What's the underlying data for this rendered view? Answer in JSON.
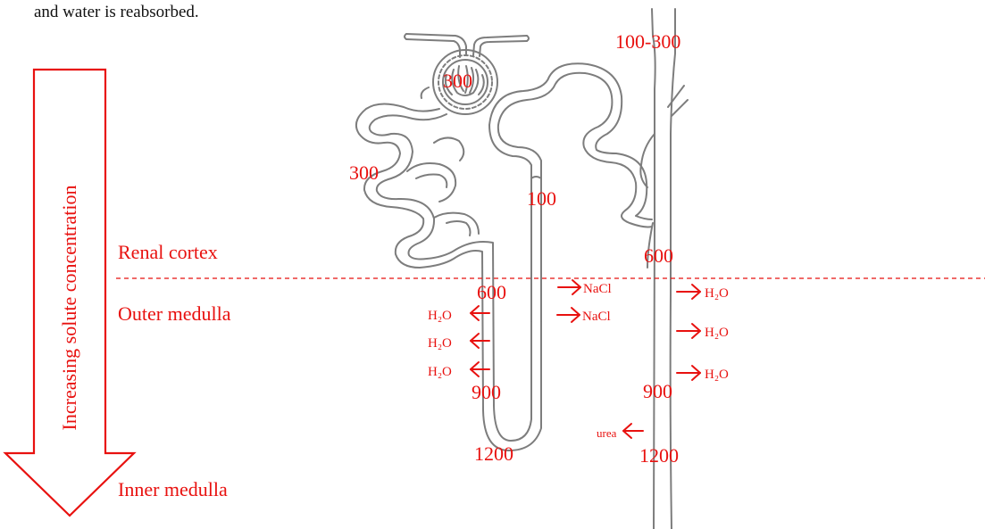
{
  "caption_fragment": "and water is reabsorbed.",
  "gradient": {
    "arrow_label": "Increasing solute concentration"
  },
  "regions": {
    "cortex": "Renal cortex",
    "outer_medulla": "Outer medulla",
    "inner_medulla": "Inner medulla"
  },
  "osmolarity": {
    "glomerulus": "300",
    "proximal_tubule": "300",
    "descending_limb_600": "600",
    "descending_limb_900": "900",
    "loop_bottom": "1200",
    "ascending_limb": "100",
    "collecting_duct_top": "100-300",
    "collecting_duct_600": "600",
    "collecting_duct_900": "900",
    "collecting_duct_1200": "1200"
  },
  "transport": {
    "water": "H₂O",
    "salt": "NaCl",
    "urea": "urea"
  },
  "colors": {
    "annotation": "#e8110f",
    "caption": "#111111",
    "tubule_outline": "#7d7d7d"
  }
}
